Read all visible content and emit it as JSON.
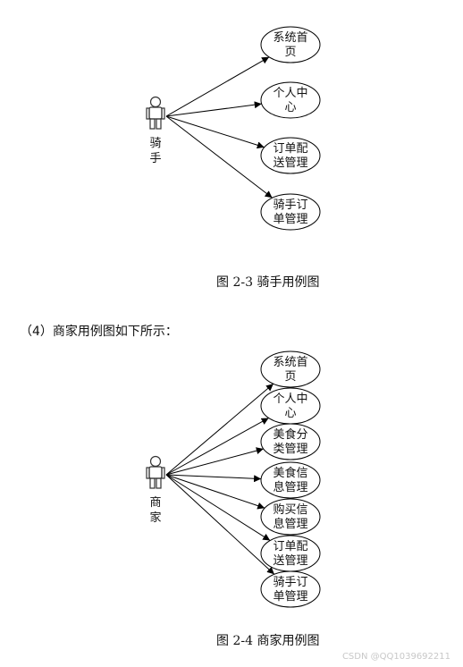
{
  "diagram1": {
    "actor": "骑手",
    "use_cases": [
      [
        "系统首",
        "页"
      ],
      [
        "个人中",
        "心"
      ],
      [
        "订单配",
        "送管理"
      ],
      [
        "骑手订",
        "单管理"
      ]
    ],
    "caption": "图 2-3 骑手用例图"
  },
  "section_text": "（4）商家用例图如下所示：",
  "diagram2": {
    "actor": "商家",
    "use_cases": [
      [
        "系统首",
        "页"
      ],
      [
        "个人中",
        "心"
      ],
      [
        "美食分",
        "类管理"
      ],
      [
        "美食信",
        "息管理"
      ],
      [
        "购买信",
        "息管理"
      ],
      [
        "订单配",
        "送管理"
      ],
      [
        "骑手订",
        "单管理"
      ]
    ],
    "caption": "图 2-4 商家用例图"
  },
  "watermark": "CSDN @QQ1039692211"
}
